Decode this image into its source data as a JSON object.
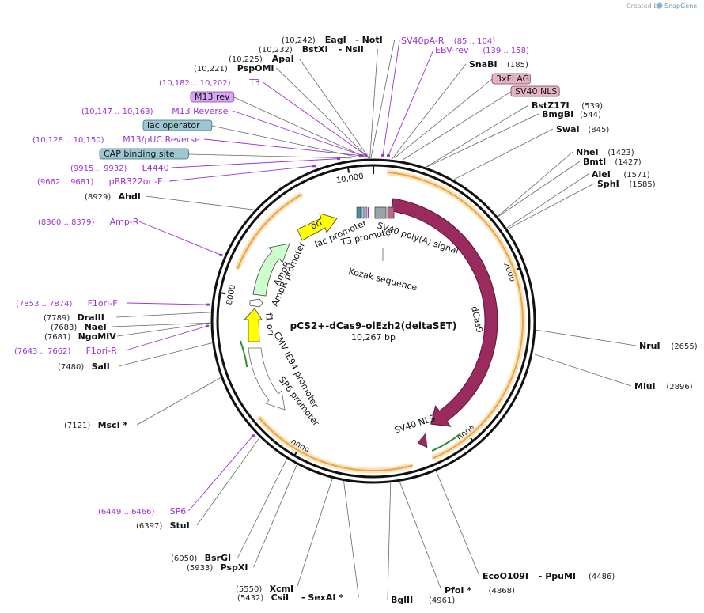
{
  "brand": {
    "prefix": "Created by",
    "name": "SnapGene"
  },
  "map": {
    "title": "pCS2+-dCas9-olEzh2(deltaSET)",
    "subtitle": "10,267 bp",
    "total_bp": 10267
  },
  "ticks": [
    {
      "bp": 2000,
      "label": "2000"
    },
    {
      "bp": 4000,
      "label": "4000"
    },
    {
      "bp": 6000,
      "label": "6000"
    },
    {
      "bp": 8000,
      "label": "8000"
    },
    {
      "bp": 10000,
      "label": "10,000"
    }
  ],
  "enzymes": [
    {
      "id": "eagi-noti",
      "num": "(10,242)",
      "name": "EagI",
      "name2": "- NotI",
      "bp": 10242
    },
    {
      "id": "bstxi-nsii",
      "num": "(10,232)",
      "name": "BstXI",
      "name2": "- NsiI",
      "bp": 10232
    },
    {
      "id": "apai",
      "num": "(10,225)",
      "name": "ApaI",
      "bp": 10225
    },
    {
      "id": "pspomi",
      "num": "(10,221)",
      "name": "PspOMI",
      "bp": 10221
    },
    {
      "id": "ahdi",
      "num": "(8929)",
      "name": "AhdI",
      "bp": 8929
    },
    {
      "id": "draiii",
      "num": "(7789)",
      "name": "DraIII",
      "bp": 7789
    },
    {
      "id": "naei",
      "num": "(7683)",
      "name": "NaeI",
      "bp": 7683
    },
    {
      "id": "ngomiv",
      "num": "(7681)",
      "name": "NgoMIV",
      "bp": 7681
    },
    {
      "id": "sali",
      "num": "(7480)",
      "name": "SalI",
      "bp": 7480
    },
    {
      "id": "msci",
      "num": "(7121)",
      "name": "MscI *",
      "bp": 7121
    },
    {
      "id": "stui",
      "num": "(6397)",
      "name": "StuI",
      "bp": 6397
    },
    {
      "id": "bsrgi",
      "num": "(6050)",
      "name": "BsrGI",
      "bp": 6050
    },
    {
      "id": "pspxi",
      "num": "(5933)",
      "name": "PspXI",
      "bp": 5933
    },
    {
      "id": "xcmi",
      "num": "(5550)",
      "name": "XcmI",
      "bp": 5550
    },
    {
      "id": "csii-sexai",
      "num": "(5432)",
      "name": "CsiI",
      "name2": "- SexAI *",
      "bp": 5432
    },
    {
      "id": "bglii",
      "num": "(4961)",
      "name": "BglII",
      "bp": 4961
    },
    {
      "id": "pfoi",
      "num": "(4868)",
      "name": "PfoI *",
      "bp": 4868
    },
    {
      "id": "ecoo109i-ppumi",
      "num": "(4486)",
      "name": "EcoO109I",
      "name2": "- PpuMI",
      "bp": 4486
    },
    {
      "id": "mlui",
      "num": "(2896)",
      "name": "MluI",
      "bp": 2896
    },
    {
      "id": "nrui",
      "num": "(2655)",
      "name": "NruI",
      "bp": 2655
    },
    {
      "id": "sphi",
      "num": "(1585)",
      "name": "SphI",
      "bp": 1585
    },
    {
      "id": "alei",
      "num": "(1571)",
      "name": "AleI",
      "bp": 1571
    },
    {
      "id": "bmti",
      "num": "(1427)",
      "name": "BmtI",
      "bp": 1427
    },
    {
      "id": "nhei",
      "num": "(1423)",
      "name": "NheI",
      "bp": 1423
    },
    {
      "id": "swai",
      "num": "(845)",
      "name": "SwaI",
      "bp": 845
    },
    {
      "id": "bmgbi",
      "num": "(544)",
      "name": "BmgBI",
      "bp": 544
    },
    {
      "id": "bstz17i",
      "num": "(539)",
      "name": "BstZ17I",
      "bp": 539
    },
    {
      "id": "snabi",
      "num": "(185)",
      "name": "SnaBI",
      "bp": 185
    }
  ],
  "primers": [
    {
      "id": "t3",
      "num": "(10,182 .. 10,202)",
      "name": "T3",
      "bp": 10192
    },
    {
      "id": "m13-reverse",
      "num": "(10,147 .. 10,163)",
      "name": "M13 Reverse",
      "bp": 10155
    },
    {
      "id": "m13-puc-reverse",
      "num": "(10,128 .. 10,150)",
      "name": "M13/pUC Reverse",
      "bp": 10139
    },
    {
      "id": "l4440",
      "num": "(9915 .. 9932)",
      "name": "L4440",
      "bp": 9923
    },
    {
      "id": "pbr322ori-f",
      "num": "(9662 .. 9681)",
      "name": "pBR322ori-F",
      "bp": 9671
    },
    {
      "id": "amp-r",
      "num": "(8360 .. 8379)",
      "name": "Amp-R",
      "bp": 8370
    },
    {
      "id": "f1ori-f",
      "num": "(7853 .. 7874)",
      "name": "F1ori-F",
      "bp": 7863
    },
    {
      "id": "f1ori-r",
      "num": "(7643 .. 7662)",
      "name": "F1ori-R",
      "bp": 7652
    },
    {
      "id": "sp6",
      "num": "(6449 .. 6466)",
      "name": "SP6",
      "bp": 6457
    },
    {
      "id": "sv40pa-r",
      "num": "(85 .. 104)",
      "name": "SV40pA-R",
      "bp": 94
    },
    {
      "id": "ebv-rev",
      "num": "(139 .. 158)",
      "name": "EBV-rev",
      "bp": 148
    }
  ],
  "boxes": [
    {
      "id": "m13-rev",
      "name": "M13 rev",
      "bp": 10180,
      "fill": "#d9a6f2",
      "stroke": "#8a3bb0"
    },
    {
      "id": "lac-operator",
      "name": "lac operator",
      "bp": 10120,
      "fill": "#9cc7d1",
      "stroke": "#3c6f7c"
    },
    {
      "id": "cap-binding-site",
      "name": "CAP binding site",
      "bp": 10050,
      "fill": "#9cc7d1",
      "stroke": "#3c6f7c"
    },
    {
      "id": "3xflag",
      "name": "3xFLAG",
      "bp": 210,
      "fill": "#e2b4c3",
      "stroke": "#8b3a55"
    },
    {
      "id": "sv40-nls-top",
      "name": "SV40 NLS",
      "bp": 300,
      "fill": "#e2b4c3",
      "stroke": "#8b3a55"
    }
  ],
  "features": {
    "ori": "ori",
    "lac_promoter": "lac promoter",
    "t3_promoter": "T3 promoter",
    "sv40_polya": "SV40 poly(A) signal",
    "kozak": "Kozak sequence",
    "dcas9": "dCas9",
    "sv40_nls": "SV40 NLS",
    "ampr": "AmpR",
    "ampr_promoter": "AmpR promoter",
    "f1_ori": "f1 ori",
    "cmv_promoter": "CMV IE94 promoter",
    "sp6_promoter": "SP6 promoter"
  },
  "colors": {
    "dcas9": "#9b2a5e",
    "ori": "#ffff00",
    "ampr": "#ccffcc",
    "orange_arc": "#e8a54a",
    "orange_glow": "#fde2b8",
    "green_arc": "#2e8b2e",
    "primer": "#9b30d9"
  }
}
